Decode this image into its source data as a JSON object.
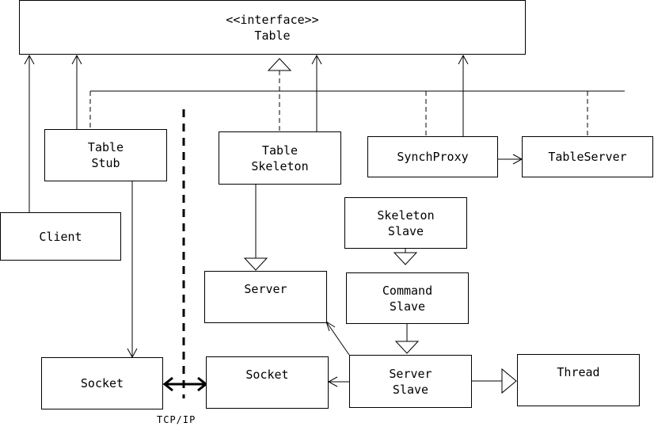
{
  "interface": {
    "stereotype": "<<interface>>",
    "name": "Table"
  },
  "boxes": {
    "table_stub": [
      "Table",
      "Stub"
    ],
    "table_skeleton": [
      "Table",
      "Skeleton"
    ],
    "synch_proxy": "SynchProxy",
    "table_server": "TableServer",
    "client": "Client",
    "skeleton_slave": [
      "Skeleton",
      "Slave"
    ],
    "server": "Server",
    "command_slave": [
      "Command",
      "Slave"
    ],
    "socket_left": "Socket",
    "socket_right": "Socket",
    "server_slave": [
      "Server",
      "Slave"
    ],
    "thread": "Thread"
  },
  "network_label": "TCP/IP"
}
